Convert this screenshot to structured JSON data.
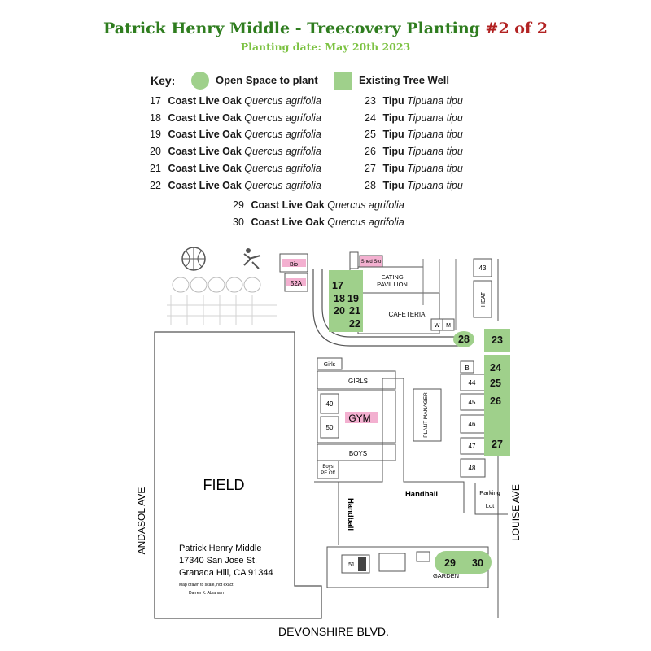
{
  "header": {
    "title_main": "Patrick Henry Middle  - Treecovery Planting ",
    "title_highlight": "#2 of 2",
    "subtitle": "Planting date: May 20th 2023"
  },
  "key": {
    "label": "Key:",
    "open_space": "Open Space to plant",
    "tree_well": "Existing Tree Well",
    "fill_color": "#9fd08b"
  },
  "trees_left": [
    {
      "num": "17",
      "common": "Coast Live Oak",
      "scientific": "Quercus agrifolia"
    },
    {
      "num": "18",
      "common": "Coast Live Oak",
      "scientific": "Quercus agrifolia"
    },
    {
      "num": "19",
      "common": "Coast Live Oak",
      "scientific": "Quercus agrifolia"
    },
    {
      "num": "20",
      "common": "Coast Live Oak",
      "scientific": "Quercus agrifolia"
    },
    {
      "num": "21",
      "common": "Coast Live Oak",
      "scientific": "Quercus agrifolia"
    },
    {
      "num": "22",
      "common": "Coast Live Oak",
      "scientific": "Quercus agrifolia"
    }
  ],
  "trees_right": [
    {
      "num": "23",
      "common": "Tipu",
      "scientific": "Tipuana tipu"
    },
    {
      "num": "24",
      "common": "Tipu",
      "scientific": "Tipuana tipu"
    },
    {
      "num": "25",
      "common": "Tipu",
      "scientific": "Tipuana tipu"
    },
    {
      "num": "26",
      "common": "Tipu",
      "scientific": "Tipuana tipu"
    },
    {
      "num": "27",
      "common": "Tipu",
      "scientific": "Tipuana tipu"
    },
    {
      "num": "28",
      "common": "Tipu",
      "scientific": "Tipuana tipu"
    }
  ],
  "trees_bottom": [
    {
      "num": "29",
      "common": "Coast Live Oak",
      "scientific": "Quercus agrifolia"
    },
    {
      "num": "30",
      "common": "Coast Live Oak",
      "scientific": "Quercus agrifolia"
    }
  ],
  "map": {
    "rooms": {
      "bio": "Bio",
      "r52a": "52A",
      "shed": "Shed Sto",
      "eating": "EATING PAVILLION",
      "cafeteria": "CAFETERIA",
      "w": "W",
      "m": "M",
      "r43": "43",
      "heat": "HEAT",
      "b": "B",
      "girls_small": "Girls",
      "girls": "GIRLS",
      "gym": "GYM",
      "r49": "49",
      "r50": "50",
      "boys": "BOYS",
      "boys_pe": "Boys PE Off",
      "plant_manager": "PLANT MANAGER",
      "r44": "44",
      "r45": "45",
      "r46": "46",
      "r47": "47",
      "r48": "48",
      "r51": "51",
      "parking": "Parking",
      "lot": "Lot",
      "garden": "GARDEN"
    },
    "labels": {
      "field": "FIELD",
      "handball_h": "Handball",
      "handball_v": "Handball",
      "andasol": "ANDASOL AVE",
      "louise": "LOUISE AVE",
      "devonshire": "DEVONSHIRE BLVD."
    },
    "address": {
      "line1": "Patrick Henry Middle",
      "line2": "17340 San Jose St.",
      "line3": "Granada Hill, CA 91344",
      "note": "Map drawn to scale, not exact",
      "credit": "Darren K. Abraham"
    },
    "planting_numbers": {
      "n17": "17",
      "n18": "18",
      "n19": "19",
      "n20": "20",
      "n21": "21",
      "n22": "22",
      "n23": "23",
      "n24": "24",
      "n25": "25",
      "n26": "26",
      "n27": "27",
      "n28": "28",
      "n29": "29",
      "n30": "30"
    }
  }
}
